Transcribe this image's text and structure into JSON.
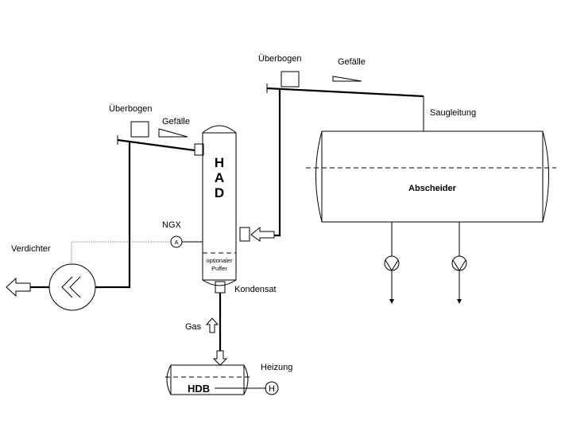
{
  "labels": {
    "ueberbogen": "Überbogen",
    "gefaelle": "Gefälle",
    "saugleitung": "Saugleitung",
    "abscheider": "Abscheider",
    "had_h": "H",
    "had_a": "A",
    "had_d": "D",
    "ngx": "NGX",
    "analyzer": "A",
    "verdichter": "Verdichter",
    "puffer_1": "optionaler",
    "puffer_2": "Puffer",
    "kondensat": "Kondensat",
    "gas": "Gas",
    "heizung": "Heizung",
    "hdb": "HDB",
    "heater": "H"
  }
}
